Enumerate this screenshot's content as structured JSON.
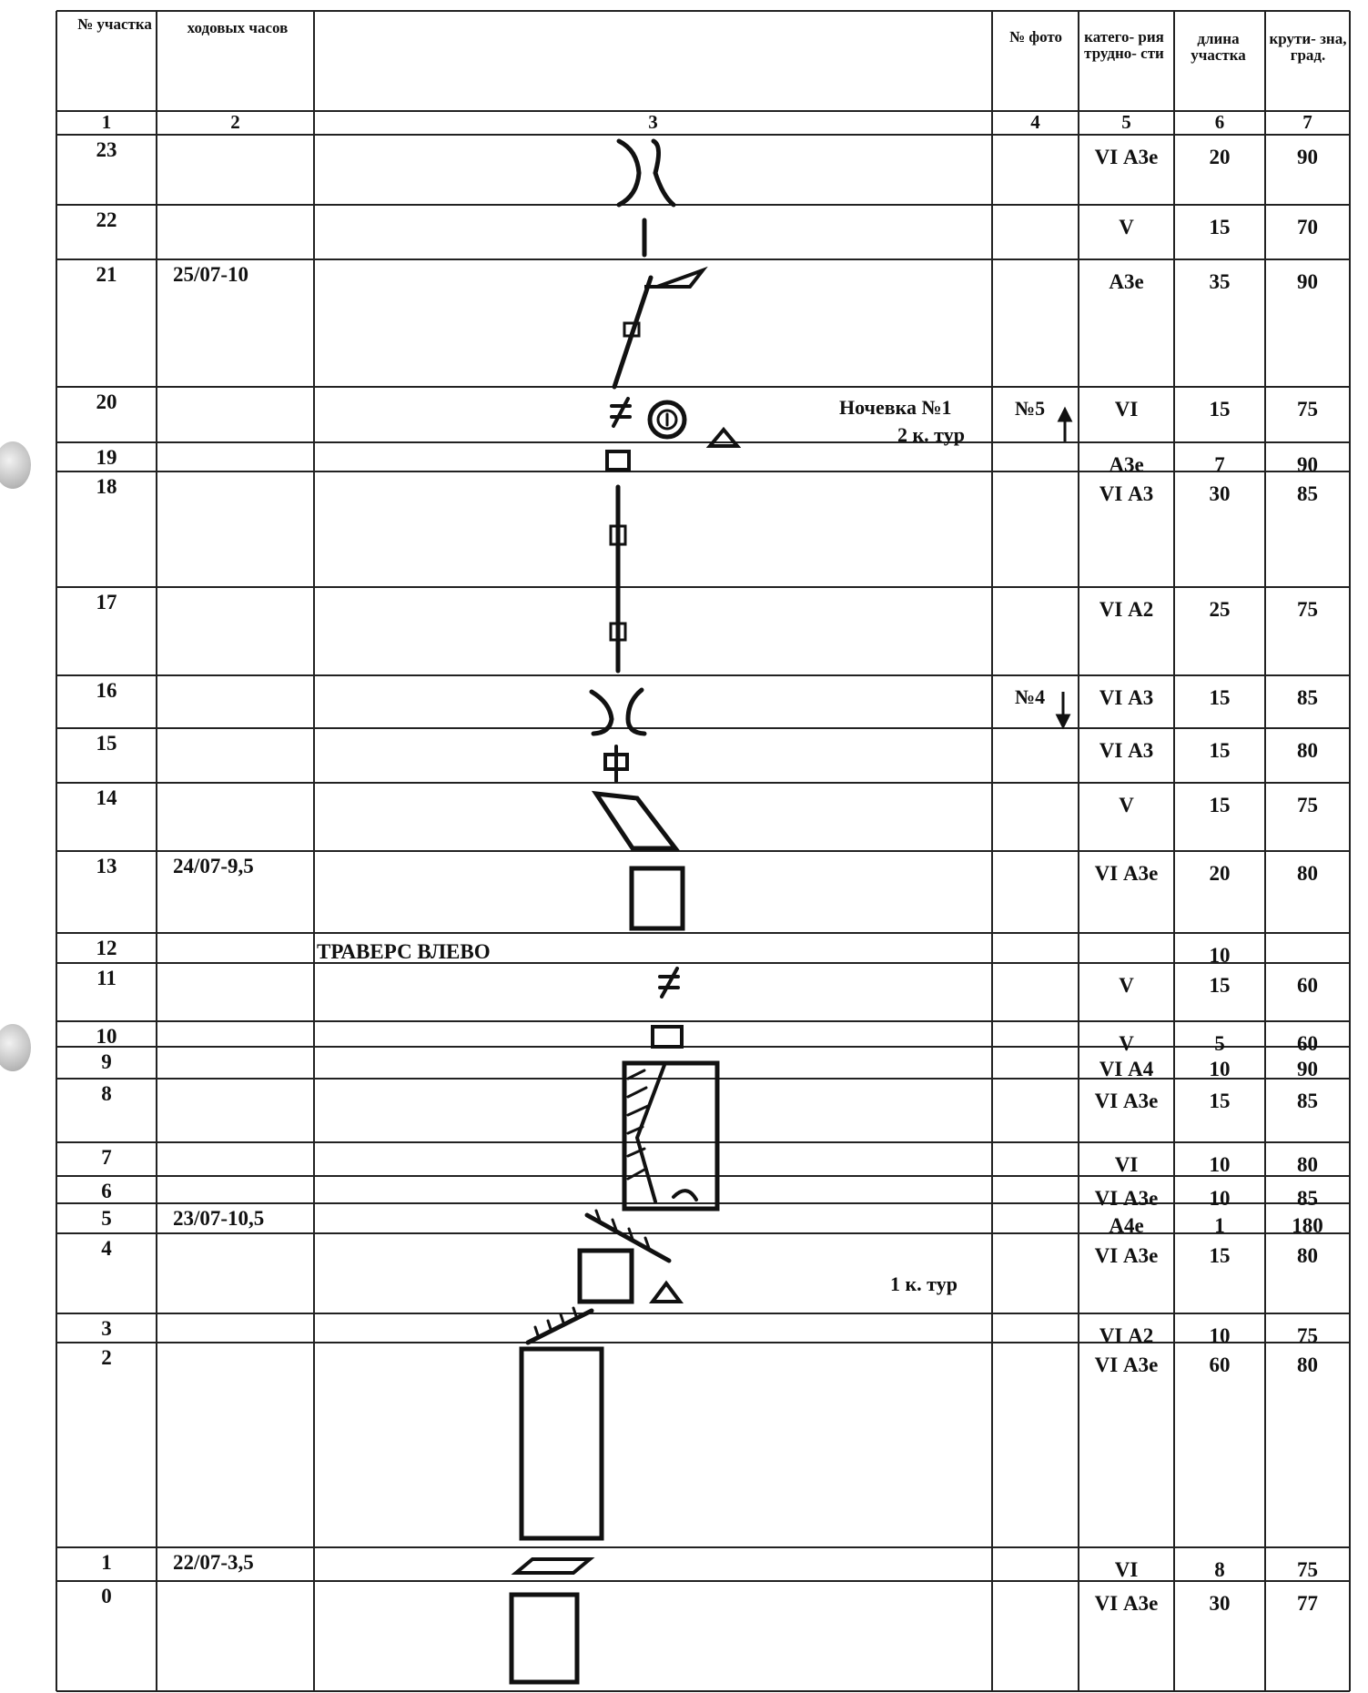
{
  "header": {
    "col1": "№ участка",
    "col2": "ходовых часов",
    "col4": "№ фото",
    "col5": "катего- рия трудно- сти",
    "col6": "длина участка",
    "col7": "крути- зна, град."
  },
  "col_numbers": [
    "1",
    "2",
    "3",
    "4",
    "5",
    "6",
    "7"
  ],
  "rows": [
    {
      "n": "23",
      "hours": "",
      "note": "",
      "photo": "",
      "cat": "VI А3е",
      "len": "20",
      "angle": "90"
    },
    {
      "n": "22",
      "hours": "",
      "note": "",
      "photo": "",
      "cat": "V",
      "len": "15",
      "angle": "70"
    },
    {
      "n": "21",
      "hours": "25/07-10",
      "note": "",
      "photo": "",
      "cat": "А3е",
      "len": "35",
      "angle": "90"
    },
    {
      "n": "20",
      "hours": "",
      "note": "",
      "photo": "№5",
      "cat": "VI",
      "len": "15",
      "angle": "75"
    },
    {
      "n": "19",
      "hours": "",
      "note": "",
      "photo": "",
      "cat": "А3е",
      "len": "7",
      "angle": "90"
    },
    {
      "n": "18",
      "hours": "",
      "note": "",
      "photo": "",
      "cat": "VI А3",
      "len": "30",
      "angle": "85"
    },
    {
      "n": "17",
      "hours": "",
      "note": "",
      "photo": "",
      "cat": "VI А2",
      "len": "25",
      "angle": "75"
    },
    {
      "n": "16",
      "hours": "",
      "note": "",
      "photo": "№4",
      "cat": "VI А3",
      "len": "15",
      "angle": "85"
    },
    {
      "n": "15",
      "hours": "",
      "note": "",
      "photo": "",
      "cat": "VI А3",
      "len": "15",
      "angle": "80"
    },
    {
      "n": "14",
      "hours": "",
      "note": "",
      "photo": "",
      "cat": "V",
      "len": "15",
      "angle": "75"
    },
    {
      "n": "13",
      "hours": "24/07-9,5",
      "note": "",
      "photo": "",
      "cat": "VI А3е",
      "len": "20",
      "angle": "80"
    },
    {
      "n": "12",
      "hours": "",
      "note": "ТРАВЕРС ВЛЕВО",
      "photo": "",
      "cat": "",
      "len": "10",
      "angle": ""
    },
    {
      "n": "11",
      "hours": "",
      "note": "",
      "photo": "",
      "cat": "V",
      "len": "15",
      "angle": "60"
    },
    {
      "n": "10",
      "hours": "",
      "note": "",
      "photo": "",
      "cat": "V",
      "len": "5",
      "angle": "60"
    },
    {
      "n": "9",
      "hours": "",
      "note": "",
      "photo": "",
      "cat": "VI А4",
      "len": "10",
      "angle": "90"
    },
    {
      "n": "8",
      "hours": "",
      "note": "",
      "photo": "",
      "cat": "VI А3е",
      "len": "15",
      "angle": "85"
    },
    {
      "n": "7",
      "hours": "",
      "note": "",
      "photo": "",
      "cat": "VI",
      "len": "10",
      "angle": "80"
    },
    {
      "n": "6",
      "hours": "",
      "note": "",
      "photo": "",
      "cat": "VI А3е",
      "len": "10",
      "angle": "85"
    },
    {
      "n": "5",
      "hours": "23/07-10,5",
      "note": "",
      "photo": "",
      "cat": "А4е",
      "len": "1",
      "angle": "180"
    },
    {
      "n": "4",
      "hours": "",
      "note": "",
      "photo": "",
      "cat": "VI А3е",
      "len": "15",
      "angle": "80"
    },
    {
      "n": "3",
      "hours": "",
      "note": "",
      "photo": "",
      "cat": "VI А2",
      "len": "10",
      "angle": "75"
    },
    {
      "n": "2",
      "hours": "",
      "note": "",
      "photo": "",
      "cat": "VI А3е",
      "len": "60",
      "angle": "80"
    },
    {
      "n": "1",
      "hours": "22/07-3,5",
      "note": "",
      "photo": "",
      "cat": "VI",
      "len": "8",
      "angle": "75"
    },
    {
      "n": "0",
      "hours": "",
      "note": "",
      "photo": "",
      "cat": "VI А3е",
      "len": "30",
      "angle": "77"
    }
  ],
  "bivouac": {
    "title": "Ночевка №1",
    "tur": "2 к. тур"
  },
  "tur1": "1 к. тур",
  "colors": {
    "ink": "#111111",
    "grid": "#222222",
    "holes": "#b9b9b9"
  }
}
